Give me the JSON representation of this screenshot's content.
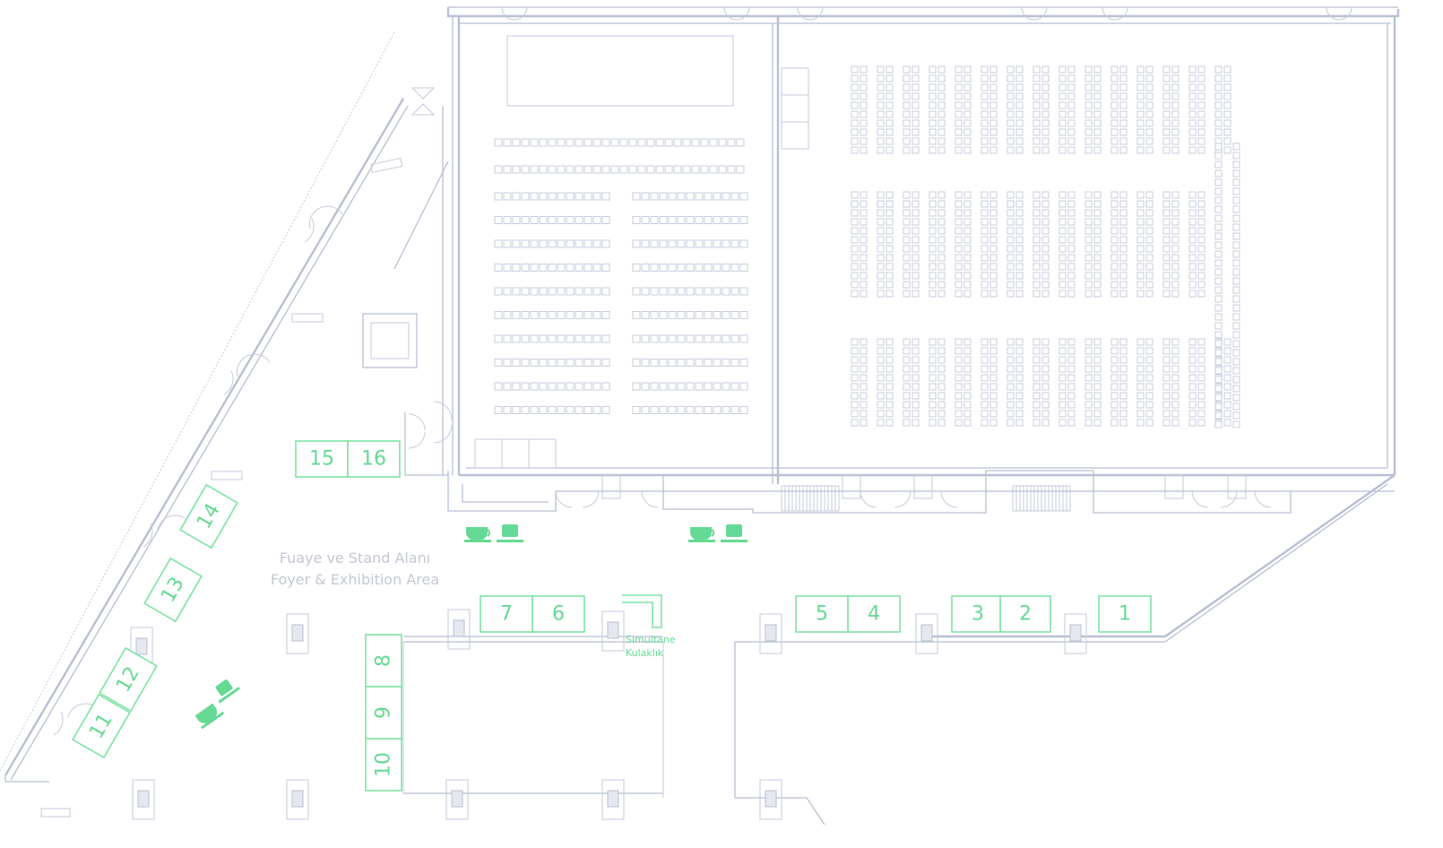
{
  "area_caption": {
    "tr": "Fuaye ve Stand Alanı",
    "en": "Foyer & Exhibition Area"
  },
  "headset_label": {
    "line1": "Simultane",
    "line2": "Kulaklık"
  },
  "booths": [
    "1",
    "2",
    "3",
    "4",
    "5",
    "6",
    "7",
    "8",
    "9",
    "10",
    "11",
    "12",
    "13",
    "14",
    "15",
    "16"
  ],
  "icons": {
    "coffee": "coffee-cup-icon",
    "tea": "tea-glass-icon"
  },
  "colors": {
    "booth_accent": "#66d994",
    "walls": "#b9bfd4",
    "caption": "#c4c8d4",
    "background": "#ffffff"
  }
}
